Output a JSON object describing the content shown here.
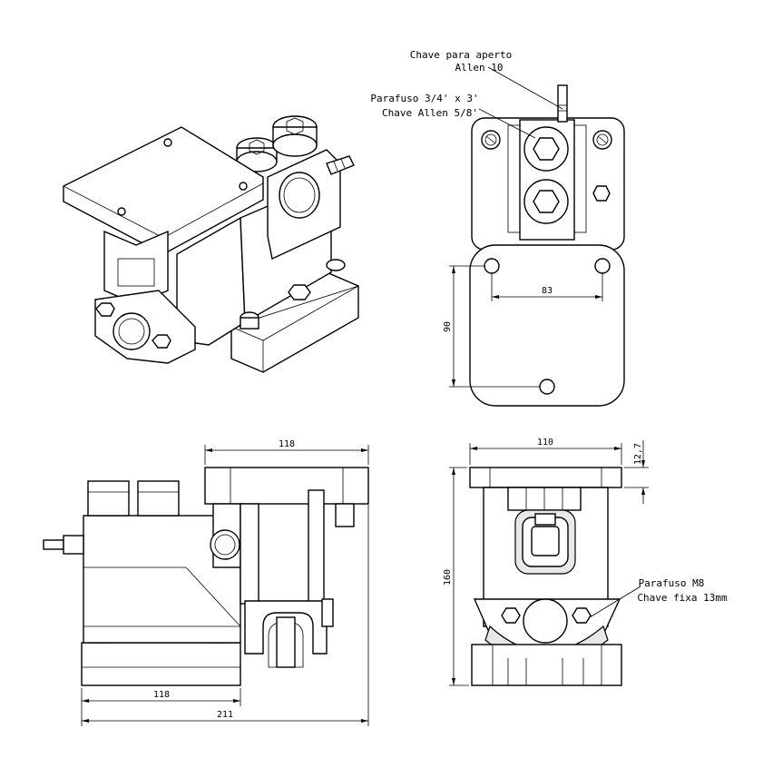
{
  "drawing": {
    "annotations": {
      "wrench_line1": "Chave para aperto",
      "wrench_line2": "Allen 10",
      "screw_line1": "Parafuso 3/4' x 3'",
      "screw_line2": "Chave Allen 5/8'",
      "m8_line1": "Parafuso M8",
      "m8_line2": "Chave fixa 13mm"
    },
    "dimensions": {
      "hole_spacing_h": "83",
      "hole_spacing_v": "90",
      "side_top_width": "118",
      "side_base_width": "118",
      "side_total_width": "211",
      "front_width": "110",
      "front_height": "160",
      "plate_thickness": "12,7"
    }
  }
}
